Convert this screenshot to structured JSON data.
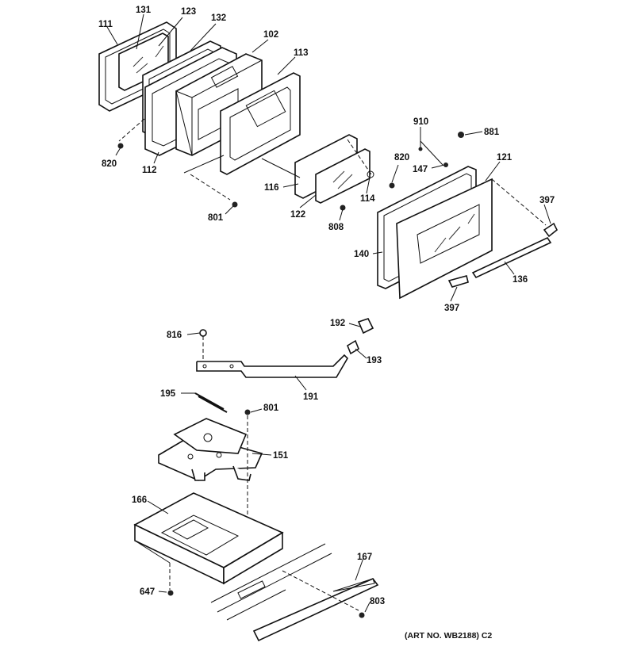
{
  "callouts": {
    "c111": "111",
    "c131": "131",
    "c123": "123",
    "c132": "132",
    "c102": "102",
    "c113": "113",
    "c820a": "820",
    "c112": "112",
    "c116": "116",
    "c801a": "801",
    "c122": "122",
    "c808": "808",
    "c114": "114",
    "c820b": "820",
    "c910": "910",
    "c881": "881",
    "c147": "147",
    "c121": "121",
    "c397a": "397",
    "c140": "140",
    "c136": "136",
    "c397b": "397",
    "c192": "192",
    "c816": "816",
    "c193": "193",
    "c191": "191",
    "c195": "195",
    "c801b": "801",
    "c151": "151",
    "c166": "166",
    "c167": "167",
    "c647": "647",
    "c803": "803"
  },
  "art_number": "(ART NO. WB2188) C2"
}
